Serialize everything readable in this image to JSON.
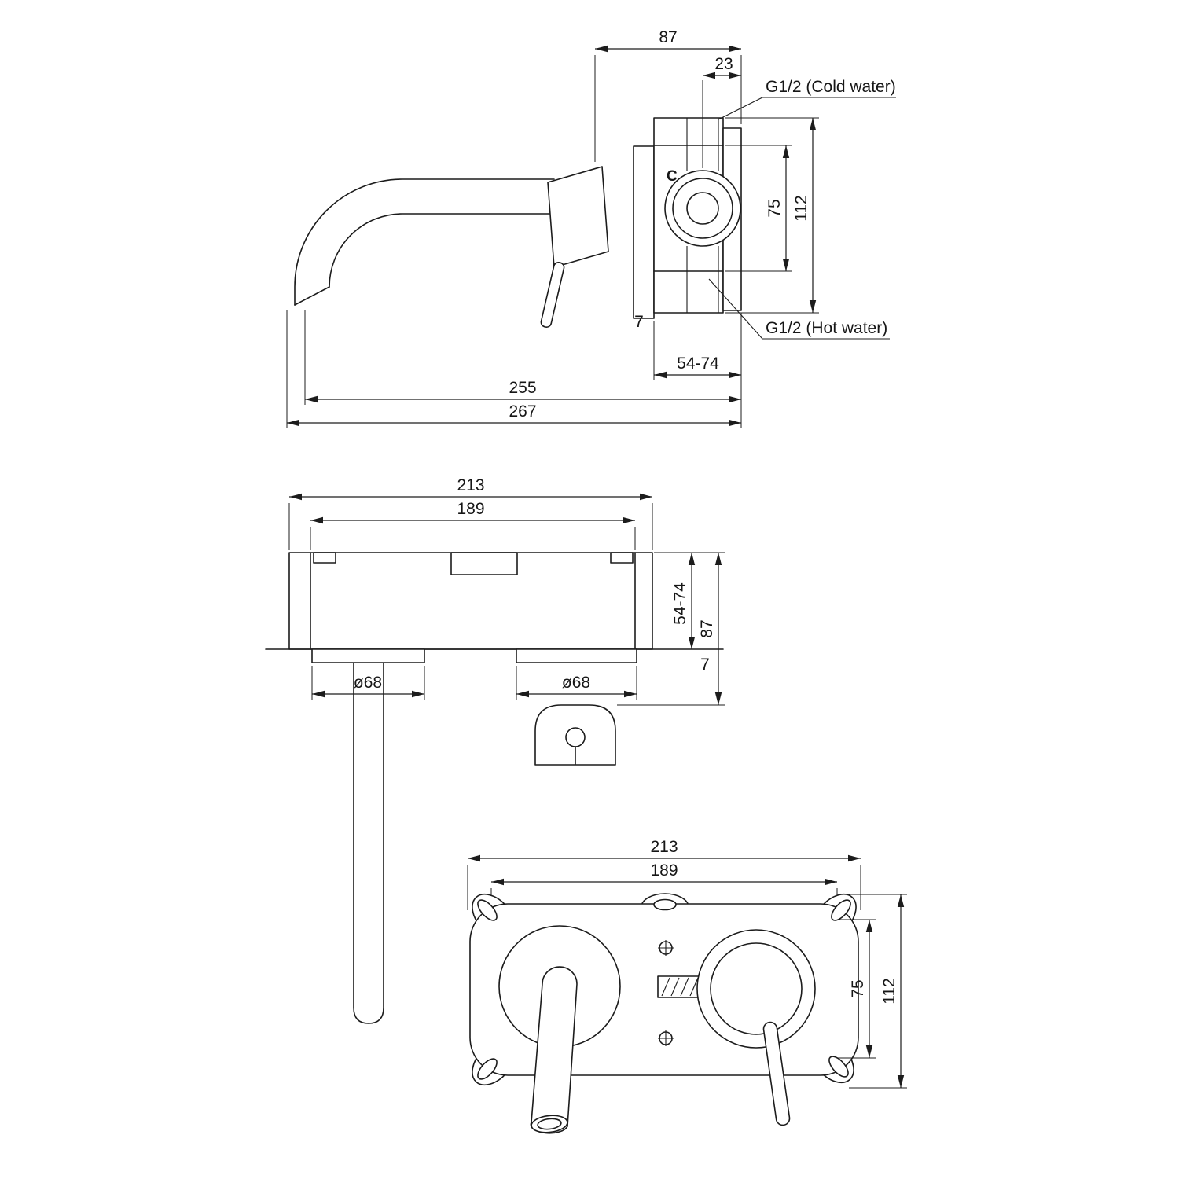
{
  "drawing": {
    "side": {
      "d87": "87",
      "d23": "23",
      "cold": "G1/2 (Cold water)",
      "hot": "G1/2 (Hot water)",
      "d75": "75",
      "d112": "112",
      "d7": "7",
      "d5474": "54-74",
      "d255": "255",
      "d267": "267",
      "valve_mark": "C"
    },
    "top": {
      "d213": "213",
      "d189": "189",
      "d5474": "54-74",
      "d87": "87",
      "d7": "7",
      "dia_left": "ø68",
      "dia_right": "ø68"
    },
    "front": {
      "d213": "213",
      "d189": "189",
      "d75": "75",
      "d112": "112"
    }
  }
}
